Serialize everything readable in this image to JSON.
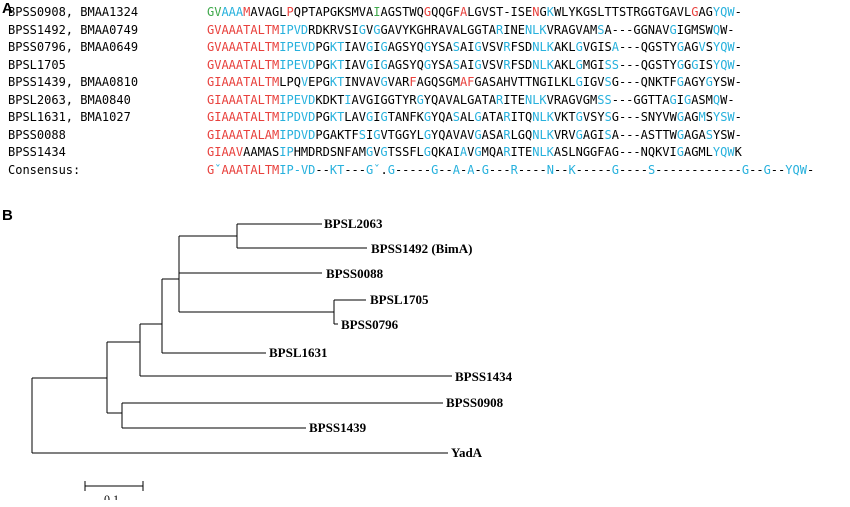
{
  "panel_a_label": "A",
  "panel_b_label": "B",
  "colors": {
    "red": "#e8413d",
    "blue": "#27b1dd",
    "green": "#3fa84b",
    "black": "#000000"
  },
  "alignment": [
    {
      "name": "BPSS0908, BMAA1324",
      "seq": [
        [
          "g",
          "GV"
        ],
        [
          "b",
          "AAA"
        ],
        [
          "r",
          "M"
        ],
        [
          "k",
          "AVAG"
        ],
        [
          "k",
          "L"
        ],
        [
          "r",
          "P"
        ],
        [
          "k",
          "QPTAPGKSMVA"
        ],
        [
          "g",
          "I"
        ],
        [
          "k",
          "AGSTWQ"
        ],
        [
          "r",
          "G"
        ],
        [
          "k",
          "QQGF"
        ],
        [
          "r",
          "A"
        ],
        [
          "k",
          "LGVST-ISE"
        ],
        [
          "r",
          "N"
        ],
        [
          "k",
          "G"
        ],
        [
          "b",
          "K"
        ],
        [
          "k",
          "WLYKGSLTTSTRGGTGAVL"
        ],
        [
          "r",
          "G"
        ],
        [
          "k",
          "AG"
        ],
        [
          "b",
          "YQW"
        ],
        [
          "k",
          "-"
        ]
      ]
    },
    {
      "name": "BPSS1492, BMAA0749",
      "seq": [
        [
          "r",
          "GVAAATALTM"
        ],
        [
          "b",
          "IP"
        ],
        [
          "b",
          "VD"
        ],
        [
          "k",
          "RDKRVSI"
        ],
        [
          "b",
          "G"
        ],
        [
          "k",
          "V"
        ],
        [
          "b",
          "G"
        ],
        [
          "k",
          "GAVYKGHRAVALGGTA"
        ],
        [
          "b",
          "R"
        ],
        [
          "k",
          "INE"
        ],
        [
          "b",
          "NL"
        ],
        [
          "b",
          "K"
        ],
        [
          "k",
          "VRAGVAM"
        ],
        [
          "b",
          "S"
        ],
        [
          "k",
          "A---GGNAV"
        ],
        [
          "b",
          "G"
        ],
        [
          "k",
          "IGMSW"
        ],
        [
          "b",
          "Q"
        ],
        [
          "k",
          "W-"
        ]
      ]
    },
    {
      "name": "BPSS0796, BMAA0649",
      "seq": [
        [
          "r",
          "GVAAATALTM"
        ],
        [
          "b",
          "IP"
        ],
        [
          "b",
          "EVD"
        ],
        [
          "k",
          "PG"
        ],
        [
          "b",
          "KT"
        ],
        [
          "k",
          "IAV"
        ],
        [
          "b",
          "G"
        ],
        [
          "k",
          "I"
        ],
        [
          "b",
          "G"
        ],
        [
          "k",
          "AGSYQ"
        ],
        [
          "b",
          "G"
        ],
        [
          "k",
          "YSA"
        ],
        [
          "b",
          "S"
        ],
        [
          "k",
          "AI"
        ],
        [
          "b",
          "G"
        ],
        [
          "k",
          "VSV"
        ],
        [
          "b",
          "R"
        ],
        [
          "k",
          "FSD"
        ],
        [
          "b",
          "NLK"
        ],
        [
          "k",
          "AKL"
        ],
        [
          "b",
          "G"
        ],
        [
          "k",
          "VGIS"
        ],
        [
          "b",
          "A"
        ],
        [
          "k",
          "---QGSTY"
        ],
        [
          "b",
          "G"
        ],
        [
          "k",
          "AG"
        ],
        [
          "b",
          "V"
        ],
        [
          "k",
          "S"
        ],
        [
          "b",
          "YQW"
        ],
        [
          "k",
          "-"
        ]
      ]
    },
    {
      "name": "BPSL1705",
      "seq": [
        [
          "r",
          "GVAAATALTM"
        ],
        [
          "b",
          "IP"
        ],
        [
          "b",
          "EVD"
        ],
        [
          "k",
          "PG"
        ],
        [
          "b",
          "KT"
        ],
        [
          "k",
          "IAV"
        ],
        [
          "b",
          "G"
        ],
        [
          "k",
          "I"
        ],
        [
          "b",
          "G"
        ],
        [
          "k",
          "AGSYQ"
        ],
        [
          "b",
          "G"
        ],
        [
          "k",
          "YSA"
        ],
        [
          "b",
          "S"
        ],
        [
          "k",
          "AI"
        ],
        [
          "b",
          "G"
        ],
        [
          "k",
          "VSV"
        ],
        [
          "b",
          "R"
        ],
        [
          "k",
          "FSD"
        ],
        [
          "b",
          "NLK"
        ],
        [
          "k",
          "AKL"
        ],
        [
          "b",
          "G"
        ],
        [
          "k",
          "MGI"
        ],
        [
          "b",
          "SS"
        ],
        [
          "k",
          "---QGSTY"
        ],
        [
          "b",
          "G"
        ],
        [
          "k",
          "G"
        ],
        [
          "b",
          "G"
        ],
        [
          "k",
          "IS"
        ],
        [
          "b",
          "YQW"
        ],
        [
          "k",
          "-"
        ]
      ]
    },
    {
      "name": "BPSS1439, BMAA0810",
      "seq": [
        [
          "r",
          "GIAAATALTM"
        ],
        [
          "k",
          "LPQ"
        ],
        [
          "b",
          "V"
        ],
        [
          "k",
          "EPG"
        ],
        [
          "b",
          "KT"
        ],
        [
          "k",
          "INVAV"
        ],
        [
          "b",
          "G"
        ],
        [
          "k",
          "VAR"
        ],
        [
          "r",
          "F"
        ],
        [
          "k",
          "AGQSGM"
        ],
        [
          "r",
          "AF"
        ],
        [
          "k",
          "GASAHVTTNGILKL"
        ],
        [
          "b",
          "G"
        ],
        [
          "k",
          "IGV"
        ],
        [
          "b",
          "S"
        ],
        [
          "k",
          "G---QNKTF"
        ],
        [
          "b",
          "G"
        ],
        [
          "k",
          "AGY"
        ],
        [
          "b",
          "G"
        ],
        [
          "k",
          "YSW-"
        ]
      ]
    },
    {
      "name": "BPSL2063, BMA0840",
      "seq": [
        [
          "r",
          "GIAAATALTM"
        ],
        [
          "b",
          "IP"
        ],
        [
          "b",
          "EVD"
        ],
        [
          "k",
          "KDKT"
        ],
        [
          "b",
          "I"
        ],
        [
          "k",
          "AVGIGGTYR"
        ],
        [
          "b",
          "G"
        ],
        [
          "k",
          "YQAVALGATA"
        ],
        [
          "b",
          "R"
        ],
        [
          "k",
          "ITE"
        ],
        [
          "b",
          "NLK"
        ],
        [
          "k",
          "VRAGVGM"
        ],
        [
          "b",
          "SS"
        ],
        [
          "k",
          "---GGTTA"
        ],
        [
          "b",
          "G"
        ],
        [
          "k",
          "I"
        ],
        [
          "b",
          "G"
        ],
        [
          "k",
          "ASM"
        ],
        [
          "b",
          "Q"
        ],
        [
          "k",
          "W-"
        ]
      ]
    },
    {
      "name": "BPSL1631, BMA1027",
      "seq": [
        [
          "r",
          "GIAAATALTM"
        ],
        [
          "b",
          "IP"
        ],
        [
          "b",
          "DVD"
        ],
        [
          "k",
          "PG"
        ],
        [
          "b",
          "KT"
        ],
        [
          "k",
          "LAV"
        ],
        [
          "b",
          "G"
        ],
        [
          "k",
          "I"
        ],
        [
          "b",
          "G"
        ],
        [
          "k",
          "TANFK"
        ],
        [
          "b",
          "G"
        ],
        [
          "k",
          "YQA"
        ],
        [
          "b",
          "S"
        ],
        [
          "k",
          "AL"
        ],
        [
          "b",
          "G"
        ],
        [
          "k",
          "ATA"
        ],
        [
          "b",
          "R"
        ],
        [
          "k",
          "ITQ"
        ],
        [
          "b",
          "NLK"
        ],
        [
          "k",
          "VKT"
        ],
        [
          "b",
          "G"
        ],
        [
          "k",
          "VSY"
        ],
        [
          "b",
          "S"
        ],
        [
          "k",
          "G---SNYVW"
        ],
        [
          "b",
          "G"
        ],
        [
          "k",
          "AG"
        ],
        [
          "b",
          "M"
        ],
        [
          "k",
          "S"
        ],
        [
          "b",
          "YSW"
        ],
        [
          "k",
          "-"
        ]
      ]
    },
    {
      "name": "BPSS0088",
      "seq": [
        [
          "r",
          "GIAAATALAM"
        ],
        [
          "b",
          "IP"
        ],
        [
          "b",
          "DVD"
        ],
        [
          "k",
          "PGAKTF"
        ],
        [
          "b",
          "S"
        ],
        [
          "k",
          "I"
        ],
        [
          "b",
          "G"
        ],
        [
          "k",
          "VTGGYL"
        ],
        [
          "b",
          "G"
        ],
        [
          "k",
          "YQAVAV"
        ],
        [
          "b",
          "G"
        ],
        [
          "k",
          "ASA"
        ],
        [
          "b",
          "R"
        ],
        [
          "k",
          "LGQ"
        ],
        [
          "b",
          "NLK"
        ],
        [
          "k",
          "VRV"
        ],
        [
          "b",
          "G"
        ],
        [
          "k",
          "AGI"
        ],
        [
          "b",
          "S"
        ],
        [
          "k",
          "A---ASTTW"
        ],
        [
          "b",
          "G"
        ],
        [
          "k",
          "AGA"
        ],
        [
          "b",
          "S"
        ],
        [
          "k",
          "YSW-"
        ]
      ]
    },
    {
      "name": "BPSS1434",
      "seq": [
        [
          "r",
          "GIAAV"
        ],
        [
          "k",
          "AAMAS"
        ],
        [
          "b",
          "IP"
        ],
        [
          "k",
          "HMDRDSNFAM"
        ],
        [
          "b",
          "G"
        ],
        [
          "k",
          "V"
        ],
        [
          "b",
          "G"
        ],
        [
          "k",
          "TSSFL"
        ],
        [
          "b",
          "G"
        ],
        [
          "k",
          "QKAI"
        ],
        [
          "b",
          "A"
        ],
        [
          "k",
          "V"
        ],
        [
          "b",
          "G"
        ],
        [
          "k",
          "MQA"
        ],
        [
          "b",
          "R"
        ],
        [
          "k",
          "ITE"
        ],
        [
          "b",
          "NLK"
        ],
        [
          "k",
          "ASLNGGFAG---NQKVI"
        ],
        [
          "b",
          "G"
        ],
        [
          "k",
          "AGML"
        ],
        [
          "b",
          "YQW"
        ],
        [
          "k",
          "K"
        ]
      ]
    },
    {
      "name": "Consensus:",
      "seq": [
        [
          "r",
          "G"
        ],
        [
          "b",
          "ˇ"
        ],
        [
          "r",
          "AAATALTM"
        ],
        [
          "b",
          "IP"
        ],
        [
          "b",
          "-VD"
        ],
        [
          "k",
          "--"
        ],
        [
          "b",
          "KT"
        ],
        [
          "k",
          "---"
        ],
        [
          "b",
          "G"
        ],
        [
          "b",
          "ˇ"
        ],
        [
          "k",
          "."
        ],
        [
          "b",
          "G"
        ],
        [
          "k",
          "-----"
        ],
        [
          "b",
          "G"
        ],
        [
          "k",
          "--"
        ],
        [
          "b",
          "A"
        ],
        [
          "k",
          "-"
        ],
        [
          "b",
          "A"
        ],
        [
          "k",
          "-"
        ],
        [
          "b",
          "G"
        ],
        [
          "k",
          "---"
        ],
        [
          "b",
          "R"
        ],
        [
          "k",
          "----"
        ],
        [
          "b",
          "N"
        ],
        [
          "k",
          "--"
        ],
        [
          "b",
          "K"
        ],
        [
          "k",
          "-----"
        ],
        [
          "b",
          "G"
        ],
        [
          "k",
          "----"
        ],
        [
          "b",
          "S"
        ],
        [
          "k",
          "------------"
        ],
        [
          "b",
          "G"
        ],
        [
          "k",
          "--"
        ],
        [
          "b",
          "G"
        ],
        [
          "k",
          "--"
        ],
        [
          "b",
          "YQW"
        ],
        [
          "k",
          "-"
        ]
      ]
    }
  ],
  "tree": {
    "leaves": [
      "BPSL2063",
      "BPSS1492 (BimA)",
      "BPSS0088",
      "BPSL1705",
      "BPSS0796",
      "BPSL1631",
      "BPSS1434",
      "BPSS0908",
      "BPSS1439",
      "YadA"
    ],
    "scale_label": "0.1"
  }
}
